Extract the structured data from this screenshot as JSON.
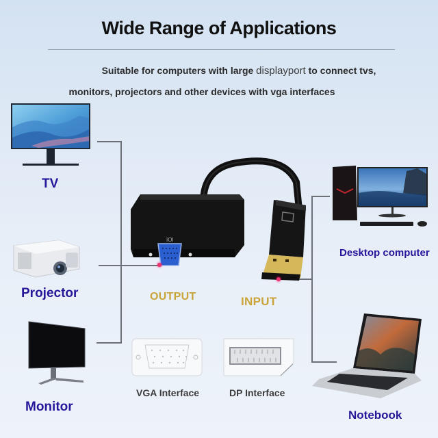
{
  "header": {
    "title": "Wide Range of Applications",
    "subtitle_line1_part1": "Suitable for computers with large ",
    "subtitle_line1_light": "displayport",
    "subtitle_line1_part2": " to connect tvs,",
    "subtitle_line2": "monitors, projectors and other devices with vga interfaces"
  },
  "left_devices": [
    {
      "label": "TV",
      "icon": "tv-icon"
    },
    {
      "label": "Projector",
      "icon": "projector-icon"
    },
    {
      "label": "Monitor",
      "icon": "monitor-icon"
    }
  ],
  "right_devices": [
    {
      "label": "Desktop computer",
      "icon": "desktop-computer-icon"
    },
    {
      "label": "Notebook",
      "icon": "notebook-icon"
    }
  ],
  "adapter": {
    "output_label": "OUTPUT",
    "input_label": "INPUT",
    "vga_port_marking": "IOI"
  },
  "interfaces": [
    {
      "label": "VGA Interface",
      "icon": "vga-port-icon"
    },
    {
      "label": "DP Interface",
      "icon": "dp-port-icon"
    }
  ],
  "colors": {
    "device_label": "#25169a",
    "port_label": "#c9a43a",
    "connector_line": "#6c7077",
    "marker_dot": "#e8336d"
  }
}
